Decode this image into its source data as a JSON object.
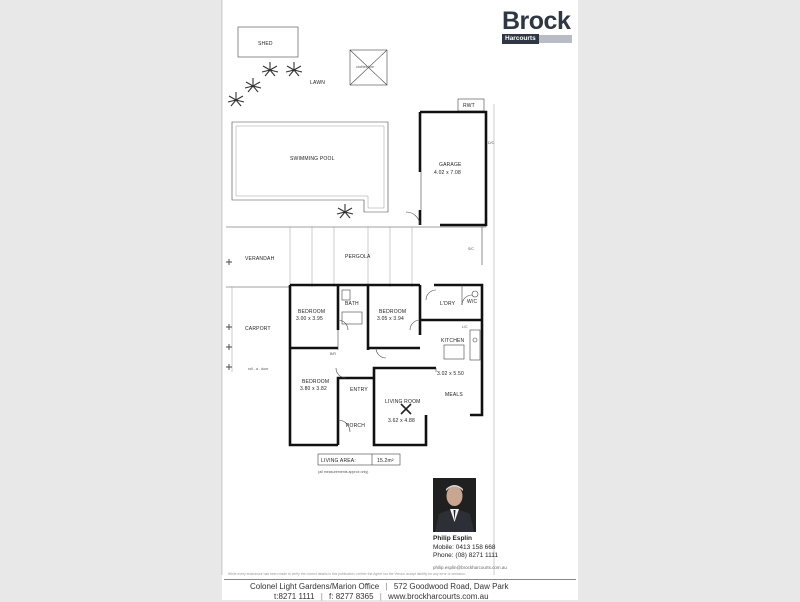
{
  "brand": {
    "name": "Brock",
    "sub": "Harcourts",
    "color": "#2f3744"
  },
  "plan": {
    "shed": "SHED",
    "lawn": "LAWN",
    "clothes_line": "clothes line",
    "rwt": "RWT",
    "swimming_pool": "SWIMMING POOL",
    "garage": "GARAGE",
    "garage_dim": "4.02 x 7.08",
    "verandah": "VERANDAH",
    "pergola": "PERGOLA",
    "carport": "CARPORT",
    "bedroom1": "BEDROOM",
    "bedroom1_dim": "3.00 x 3.95",
    "bath": "BATH",
    "bedroom2": "BEDROOM",
    "bedroom2_dim": "3.05 x 3.94",
    "ldry": "L'DRY",
    "wc": "W/C",
    "kitchen": "KITCHEN",
    "kitchen_dim": "3.02 x 5.50",
    "bedroom3": "BEDROOM",
    "bedroom3_dim": "3.80 x 3.82",
    "entry": "ENTRY",
    "living_room": "LIVING ROOM",
    "living_dim": "3.62 x 4.88",
    "meals": "MEALS",
    "porch": "PORCH",
    "living_area_label": "LIVING AREA:",
    "living_area_value": "15.2m²",
    "measurements_note": "(all measurements approx only)",
    "roller_door": "roll - a - door",
    "robe": "B/R",
    "cupboard": "L/C",
    "dc": "D/C",
    "sc": "S/C"
  },
  "agent": {
    "name": "Philip Esplin",
    "mobile": "Mobile: 0413 158 668",
    "phone": "Phone: (08) 8271 1111",
    "email": "philip.esplin@brockharcourts.com.au"
  },
  "disclaimer": "While every endeavour has been made to verify the correct details in this publication, neither the Agent nor the Vendor accept liability for any error or omission.",
  "footer": {
    "office": "Colonel Light Gardens/Marion Office",
    "address": "572 Goodwood Road, Daw Park",
    "tel": "t:8271 1111",
    "fax": "f: 8277 8365",
    "web": "www.brockharcourts.com.au"
  }
}
